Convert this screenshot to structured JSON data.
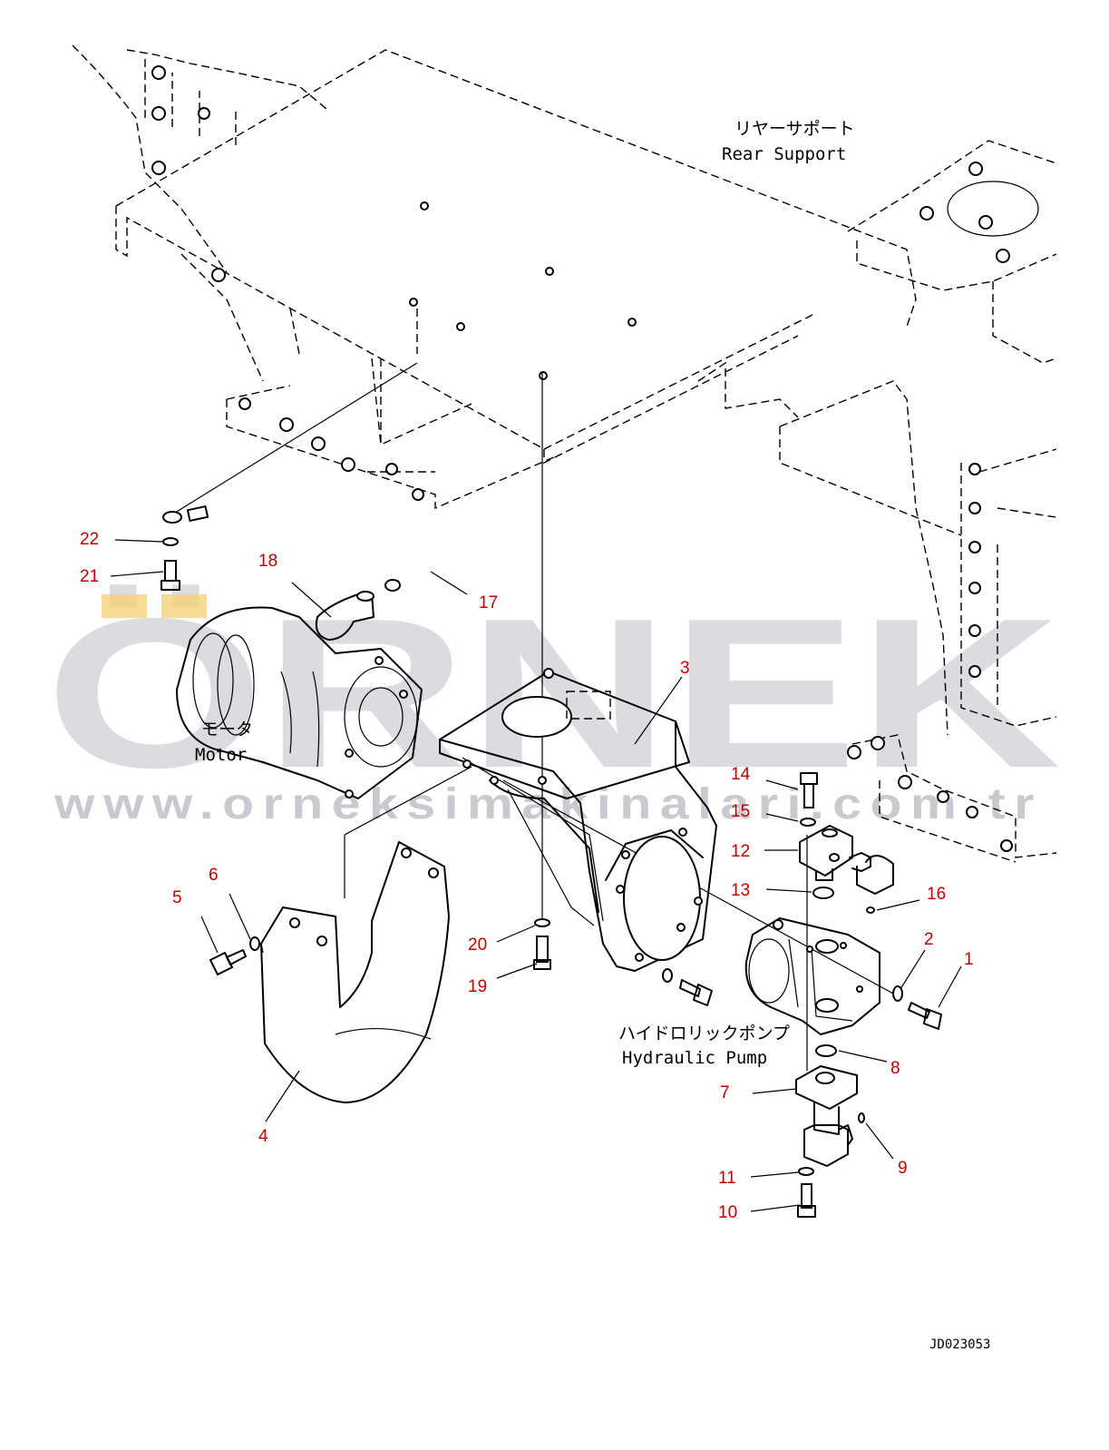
{
  "diagram": {
    "labels": {
      "rear_support_jp": "リヤーサポート",
      "rear_support_en": "Rear Support",
      "motor_jp": "モータ",
      "motor_en": "Motor",
      "pump_jp": "ハイドロリックポンプ",
      "pump_en": "Hydraulic Pump",
      "drawing_code": "JD023053"
    },
    "callouts": [
      "1",
      "2",
      "3",
      "4",
      "5",
      "6",
      "7",
      "8",
      "9",
      "10",
      "11",
      "12",
      "13",
      "14",
      "15",
      "16",
      "17",
      "18",
      "19",
      "20",
      "21",
      "22"
    ],
    "watermark": {
      "brand": "ÖRNEK",
      "url": "www.orneksimakinalari.com.tr"
    },
    "colors": {
      "callout": "#c00000",
      "watermark": "#cfcfd6",
      "watermark_accent": "#f2d27a"
    }
  }
}
